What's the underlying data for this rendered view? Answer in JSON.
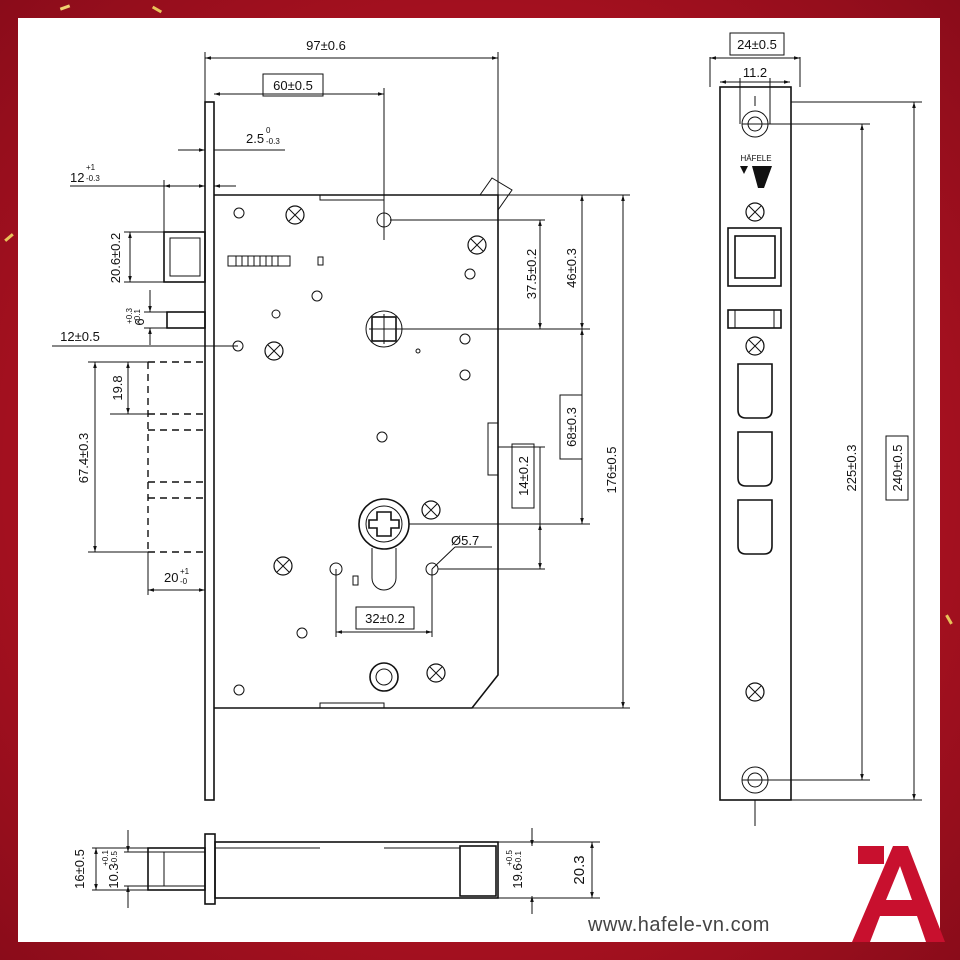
{
  "brand": {
    "name": "HÄFELE",
    "website": "www.hafele-vn.com",
    "accent_color": "#c8102e",
    "logo_icon": "hafele-a-icon"
  },
  "dimensions": {
    "overall_width": "97±0.6",
    "backset": "60±0.5",
    "faceplate_thickness": "2.5",
    "faceplate_tol_upper": "0",
    "faceplate_tol_lower": "-0.3",
    "latch_projection": "12",
    "latch_proj_tol_upper": "+1",
    "latch_proj_tol_lower": "-0.3",
    "latch_height": "20.6±0.2",
    "aux_latch": "6",
    "aux_tol_upper": "+0.3",
    "aux_tol_lower": "-0.1",
    "aux_offset": "12±0.5",
    "deadbolt_spacing": "19.8",
    "deadbolt_span": "67.4±0.3",
    "deadbolt_width": "20",
    "deadbolt_tol_upper": "+1",
    "deadbolt_tol_lower": "-0",
    "hole_to_spindle": "37.5±0.2",
    "top_to_spindle": "46±0.3",
    "spindle_to_cylinder": "68±0.3",
    "cylinder_offset": "14±0.2",
    "case_height": "176±0.5",
    "hole_diameter": "Ø5.7",
    "cylinder_holes": "32±0.2",
    "faceplate_width": "24±0.5",
    "faceplate_inner": "11.2",
    "faceplate_screw_span": "225±0.3",
    "faceplate_length": "240±0.5",
    "bottom_depth": "16±0.5",
    "bottom_latch": "10.3",
    "bottom_latch_tol_upper": "+0.1",
    "bottom_latch_tol_lower": "-0.5",
    "case_thickness_inner": "19.6",
    "case_thickness_tol_upper": "+0.5",
    "case_thickness_tol_lower": "-0.1",
    "case_thickness": "20.3"
  }
}
